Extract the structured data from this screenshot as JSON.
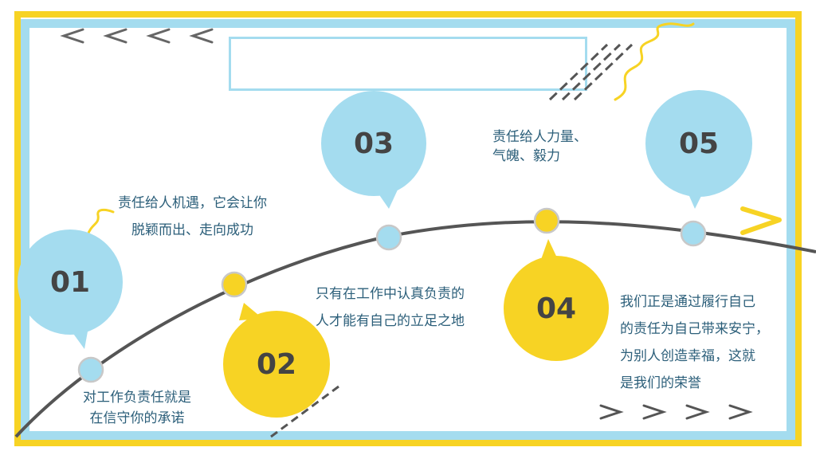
{
  "slide": {
    "title": "",
    "colors": {
      "yellow": "#f7d324",
      "blue": "#a4dcef",
      "line": "#555555",
      "text": "#2c5f7a",
      "number": "#444444"
    },
    "decorations": {
      "top_left_arrows": "left-chevrons-icon",
      "bottom_right_arrows": "right-chevrons-icon",
      "right_arrow": "right-chevron-icon",
      "squiggles": "squiggle-icon"
    },
    "steps": [
      {
        "number": "01",
        "color": "blue",
        "text": [
          "对工作负责任就是",
          "在信守你的承诺"
        ]
      },
      {
        "number": "02",
        "color": "yellow",
        "text": [
          "责任给人机遇，它会让你",
          "脱颖而出、走向成功"
        ]
      },
      {
        "number": "03",
        "color": "blue",
        "text": [
          "只有在工作中认真负责的",
          "人才能有自己的立足之地"
        ]
      },
      {
        "number": "04",
        "color": "yellow",
        "text": [
          "责任给人力量、",
          "气魄、毅力"
        ]
      },
      {
        "number": "05",
        "color": "blue",
        "text": [
          "我们正是通过履行自己",
          "的责任为自己带来安宁，",
          "为别人创造幸福，这就",
          "是我们的荣誉"
        ]
      }
    ]
  }
}
